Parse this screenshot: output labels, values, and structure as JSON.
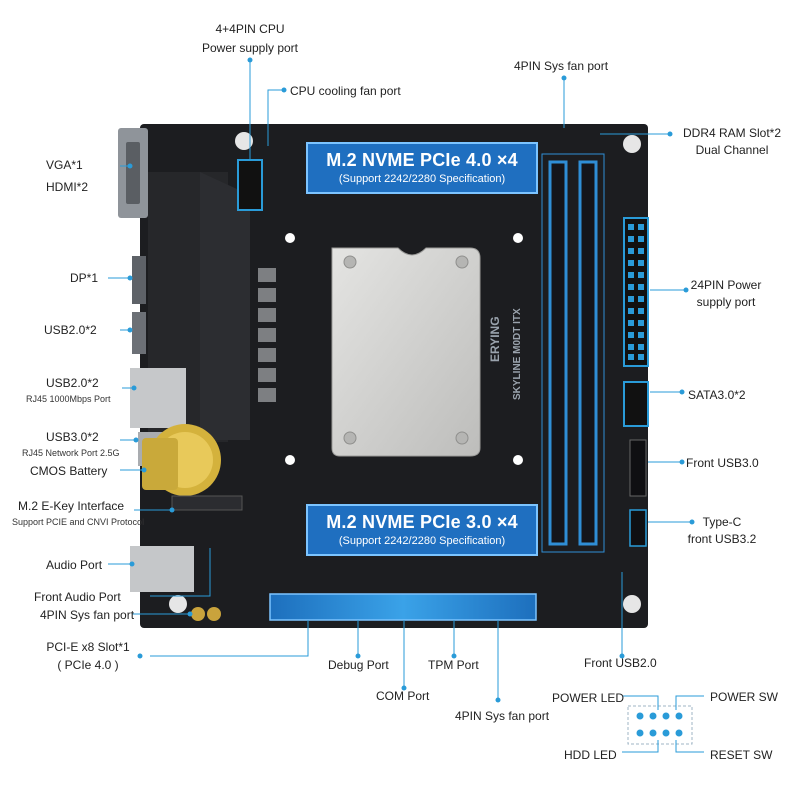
{
  "labels": {
    "cpu_power": [
      "4+4PIN CPU",
      "Power supply port"
    ],
    "cpu_fan": "CPU cooling fan port",
    "sys_fan_top": "4PIN Sys fan port",
    "ddr4": [
      "DDR4 RAM Slot*2",
      "Dual Channel"
    ],
    "vga": "VGA*1",
    "hdmi": "HDMI*2",
    "dp": "DP*1",
    "usb20_a": "USB2.0*2",
    "usb20_b": "USB2.0*2",
    "rj45_1000": "RJ45 1000Mbps Port",
    "usb30": "USB3.0*2",
    "rj45_25g": "RJ45 Network Port 2.5G",
    "cmos": "CMOS Battery",
    "m2_ekey": "M.2 E-Key Interface",
    "m2_ekey_sub": "Support PCIE and CNVI Protocol",
    "audio": "Audio Port",
    "front_audio": "Front Audio Port",
    "sys_fan_left": "4PIN Sys fan port",
    "pcie": [
      "PCI-E x8 Slot*1",
      "( PCIe 4.0 )"
    ],
    "debug": "Debug Port",
    "com": "COM Port",
    "tpm": "TPM Port",
    "sys_fan_bottom": "4PIN Sys fan port",
    "atx24": [
      "24PIN Power",
      "supply port"
    ],
    "sata": "SATA3.0*2",
    "front_usb30": "Front USB3.0",
    "typec": [
      "Type-C",
      "front USB3.2"
    ],
    "front_usb20": "Front USB2.0",
    "power_led": "POWER LED",
    "power_sw": "POWER SW",
    "hdd_led": "HDD LED",
    "reset_sw": "RESET SW"
  },
  "m2_top": {
    "title": "M.2 NVME PCIe 4.0 ×4",
    "sub": "(Support 2242/2280 Specification)"
  },
  "m2_bottom": {
    "title": "M.2 NVME PCIe 3.0 ×4",
    "sub": "(Support 2242/2280 Specification)"
  },
  "board": {
    "brand": "ERYING",
    "model": "SKYLINE M0DT ITX"
  },
  "colors": {
    "accent": "#2a9bd8",
    "board": "#1c1d20",
    "slot": "#2f8ed6",
    "heatsink": "#d2d2d0"
  }
}
